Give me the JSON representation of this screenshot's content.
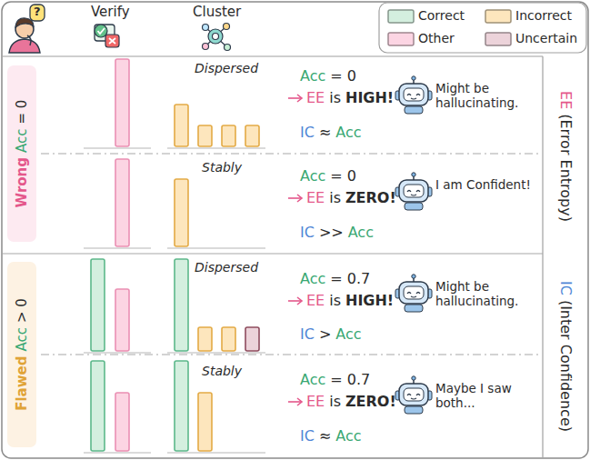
{
  "diagram": {
    "nodes": [
      {
        "text": [
          "Wrong",
          "Acc",
          "= 0"
        ]
      },
      {
        "text": [
          "Flawed",
          "Acc",
          "> 0"
        ]
      }
    ],
    "labels": [
      "?",
      "Verify",
      "Cluster",
      "Dispersed",
      "Acc",
      "= 0",
      "EE",
      "is",
      "HIGH!",
      "IC",
      "≈",
      "Acc",
      "Might be hallucinating.",
      "Stably",
      "Acc",
      "= 0",
      "EE",
      "is",
      "ZERO!",
      "IC",
      ">>",
      "Acc",
      "I am Confident!",
      "Dispersed",
      "Acc",
      "= 0.7",
      "EE",
      "is",
      "HIGH!",
      "IC",
      ">",
      "Acc",
      "Might be hallucinating.",
      "Stably",
      "Acc",
      "= 0.7",
      "EE",
      "is",
      "ZERO!",
      "IC",
      "≈",
      "Acc",
      "Maybe I saw both...",
      "EE",
      "(Error Entropy)",
      "IC",
      "(Inter Confidence)"
    ],
    "legend": [
      {
        "text": "Correct",
        "color": "#d4efdf"
      },
      {
        "text": "Incorrect",
        "color": "#fde6bd"
      },
      {
        "text": "Other",
        "color": "#fcd5e3"
      },
      {
        "text": "Uncertain",
        "color": "#ecd3da"
      }
    ]
  }
}
